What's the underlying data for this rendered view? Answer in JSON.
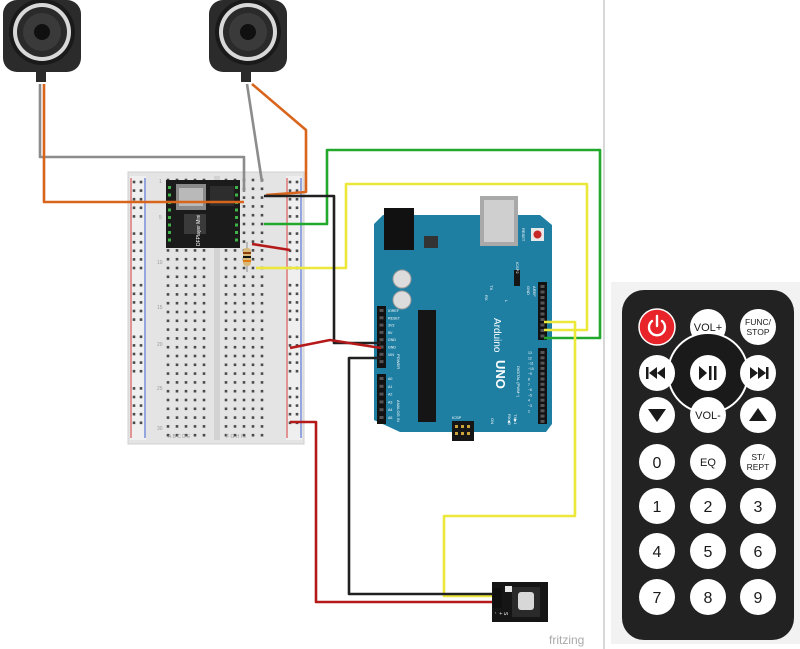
{
  "watermark": "fritzing",
  "breadboard": {
    "row_numbers": [
      "1",
      "5",
      "10",
      "15",
      "20",
      "25",
      "30"
    ],
    "left_columns": "A B C D E",
    "right_columns": "F G H I J"
  },
  "dfplayer": {
    "label": "DFPlayer Mini"
  },
  "arduino": {
    "brand": "Arduino",
    "model": "UNO",
    "aref": "AREF",
    "gnd": "GND",
    "reset": "RESET",
    "icsp": "ICSP",
    "icsp2": "ICSP2",
    "tx": "TX",
    "rx": "RX",
    "l": "L",
    "on": "ON",
    "digital_label": "DIGITAL (PWM~)",
    "power_label": "POWER",
    "analog_label": "ANALOG IN",
    "tx_pin": "TX▶1",
    "rx_pin": "RX◀0",
    "power_pins": [
      "IOREF",
      "RESET",
      "3V3",
      "5V",
      "GND",
      "GND",
      "VIN"
    ],
    "analog_pins": [
      "A0",
      "A1",
      "A2",
      "A3",
      "A4",
      "A5"
    ],
    "digital_pins": [
      "13",
      "12",
      "~11",
      "~10",
      "~9",
      "8",
      "7",
      "~6",
      "~5",
      "4",
      "~3",
      "2"
    ]
  },
  "ir_receiver": {
    "pins": [
      "-",
      "+",
      "S"
    ]
  },
  "remote": {
    "accent_power": "#e8232a",
    "buttons": {
      "power": "power-icon",
      "vol_up": "VOL+",
      "func_stop": [
        "FUNC/",
        "STOP"
      ],
      "prev": "previous-icon",
      "play_pause": "play-pause-icon",
      "next": "next-icon",
      "down": "down-icon",
      "vol_down": "VOL-",
      "up": "up-icon",
      "zero": "0",
      "eq": "EQ",
      "st_rept": [
        "ST/",
        "REPT"
      ],
      "digits": [
        "1",
        "2",
        "3",
        "4",
        "5",
        "6",
        "7",
        "8",
        "9"
      ]
    }
  },
  "wire_colors": {
    "gray": "#8c8c8c",
    "orange": "#d9651c",
    "green": "#22a82a",
    "yellow": "#ece83a",
    "black": "#202020",
    "red": "#b51a1a"
  }
}
